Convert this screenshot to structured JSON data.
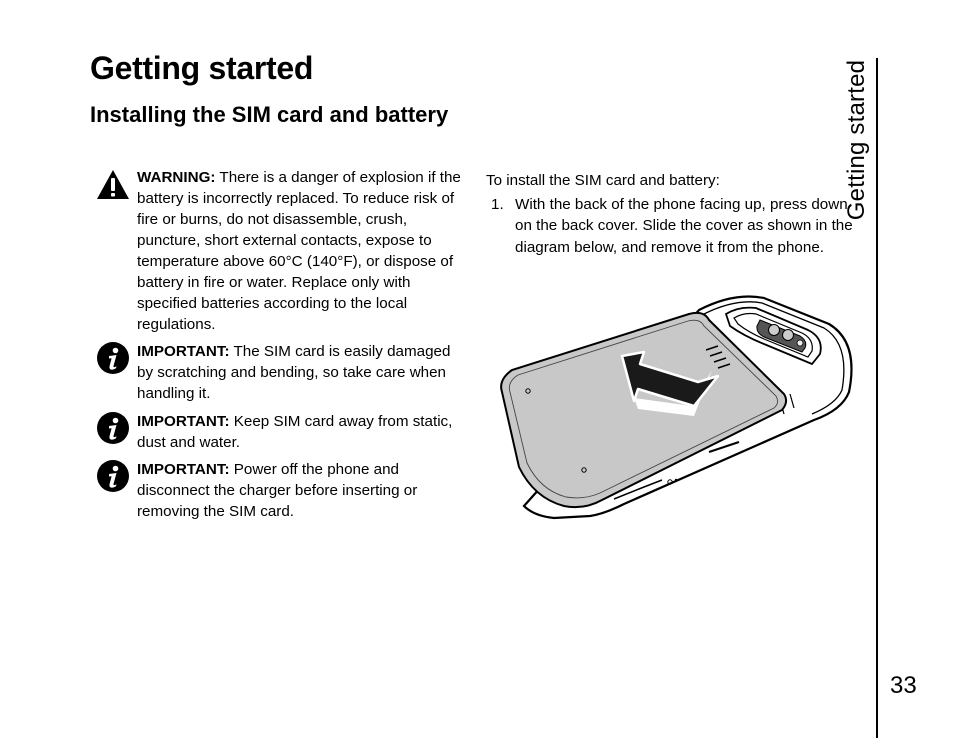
{
  "page": {
    "title": "Getting started",
    "section_title": "Installing the SIM card and battery",
    "side_tab": "Getting started",
    "page_number": "33"
  },
  "notes": [
    {
      "icon": "warning-icon",
      "label": "WARNING:",
      "text": "There is a danger of explosion if the battery is incorrectly replaced. To reduce risk of fire or burns, do not disassemble, crush, puncture, short external contacts, expose to temperature above 60°C (140°F), or dispose of battery in fire or water. Replace only with specified batteries according to the local regulations."
    },
    {
      "icon": "info-icon",
      "label": "IMPORTANT:",
      "text": "The SIM card is easily damaged by scratching and bending, so take care when handling it."
    },
    {
      "icon": "info-icon",
      "label": "IMPORTANT:",
      "text": "Keep SIM card away from static, dust and water."
    },
    {
      "icon": "info-icon",
      "label": "IMPORTANT:",
      "text": "Power off the phone and disconnect the charger before inserting or removing the SIM card."
    }
  ],
  "instructions": {
    "intro": "To install the SIM card and battery:",
    "steps": [
      {
        "number": "1.",
        "text": "With the back of the phone facing up, press down on the back cover. Slide the cover as shown in the diagram below, and remove it from the phone."
      }
    ]
  },
  "figure": {
    "icon": "phone-back-cover-illustration",
    "cover_color": "#c8c8c8",
    "arrow_color": "#1a1a1a"
  }
}
